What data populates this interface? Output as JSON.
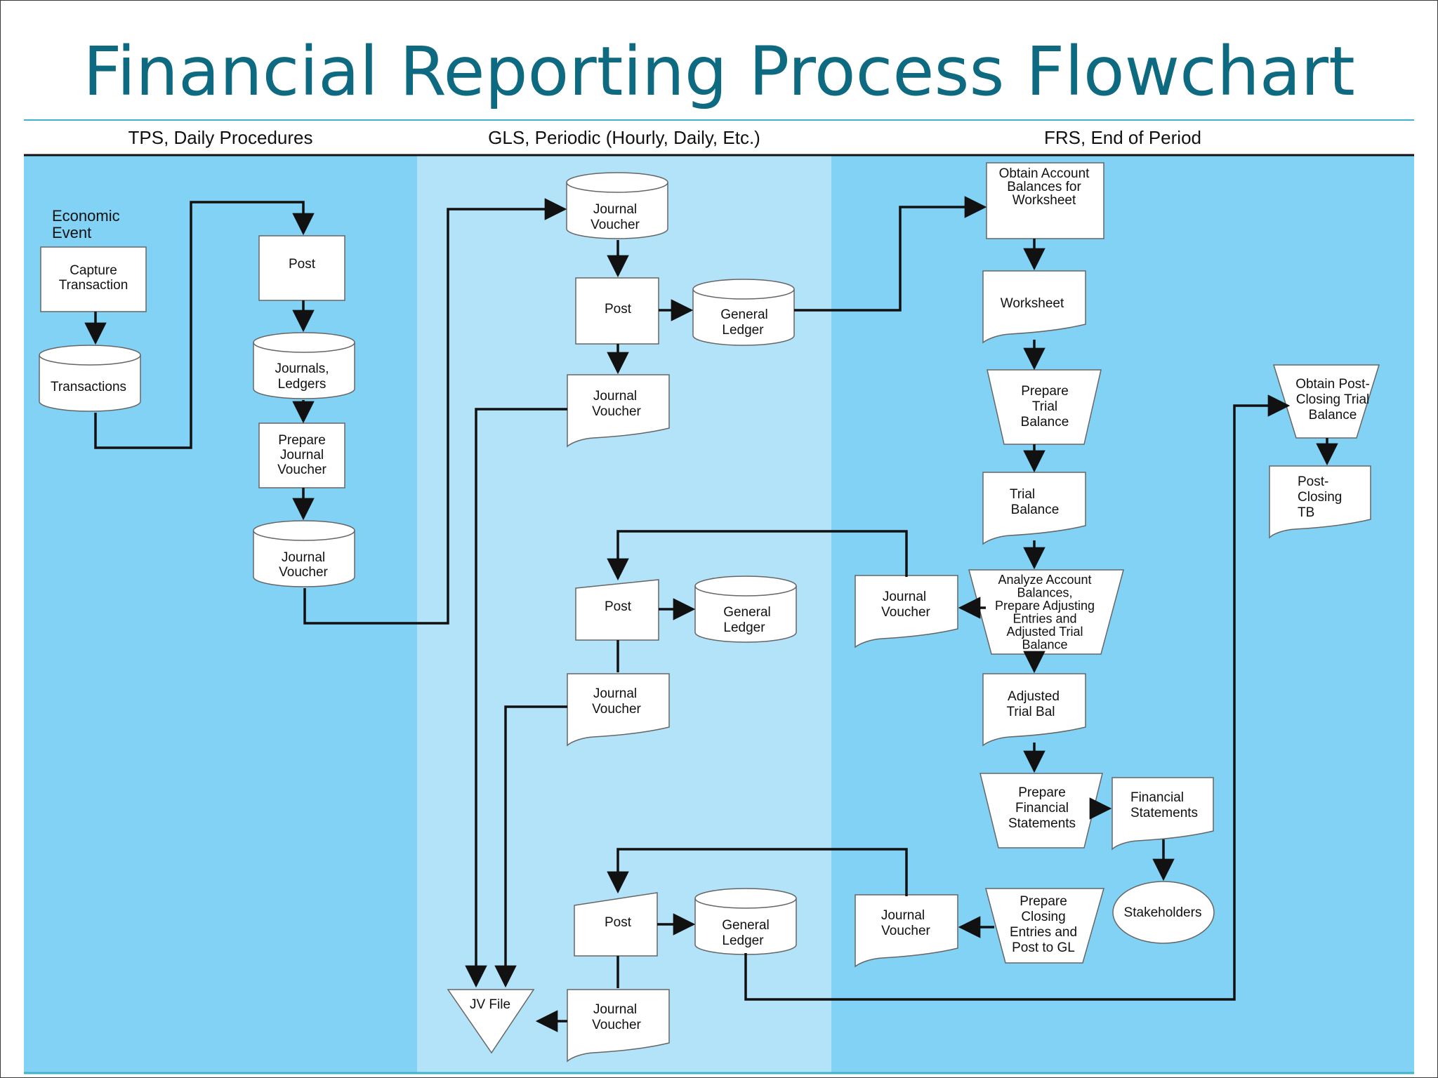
{
  "title": "Financial Reporting Process Flowchart",
  "lanes": [
    {
      "key": "tps",
      "label": "TPS, Daily Procedures"
    },
    {
      "key": "gls",
      "label": "GLS, Periodic (Hourly, Daily, Etc.)"
    },
    {
      "key": "frs",
      "label": "FRS, End of Period"
    }
  ],
  "nodes": {
    "economic_event": [
      "Economic",
      "Event"
    ],
    "capture": [
      "Capture",
      "Transaction"
    ],
    "transactions": [
      "Transactions"
    ],
    "post_tps": [
      "Post"
    ],
    "journals_ledgers": [
      "Journals,",
      "Ledgers"
    ],
    "prepare_jv": [
      "Prepare",
      "Journal",
      "Voucher"
    ],
    "jv_tps": [
      "Journal",
      "Voucher"
    ],
    "jv_db_gls": [
      "Journal",
      "Voucher"
    ],
    "post_gls1": [
      "Post"
    ],
    "gl1": [
      "General",
      "Ledger"
    ],
    "jv_doc_gls1": [
      "Journal",
      "Voucher"
    ],
    "post_gls2": [
      "Post"
    ],
    "gl2": [
      "General",
      "Ledger"
    ],
    "jv_doc_gls2": [
      "Journal",
      "Voucher"
    ],
    "post_gls3": [
      "Post"
    ],
    "gl3": [
      "General",
      "Ledger"
    ],
    "jv_doc_gls3": [
      "Journal",
      "Voucher"
    ],
    "jv_file": [
      "JV File"
    ],
    "obtain_balances": [
      "Obtain Account",
      "Balances for",
      "Worksheet"
    ],
    "worksheet": [
      "Worksheet"
    ],
    "prepare_tb": [
      "Prepare",
      "Trial",
      "Balance"
    ],
    "trial_balance": [
      "Trial",
      "Balance"
    ],
    "analyze": [
      "Analyze Account",
      "Balances,",
      "Prepare Adjusting",
      "Entries and",
      "Adjusted Trial",
      "Balance"
    ],
    "jv_frs1": [
      "Journal",
      "Voucher"
    ],
    "adjusted_tb": [
      "Adjusted",
      "Trial Bal"
    ],
    "prepare_fs": [
      "Prepare",
      "Financial",
      "Statements"
    ],
    "fin_statements": [
      "Financial",
      "Statements"
    ],
    "stakeholders": [
      "Stakeholders"
    ],
    "prepare_closing": [
      "Prepare",
      "Closing",
      "Entries and",
      "Post to GL"
    ],
    "jv_frs2": [
      "Journal",
      "Voucher"
    ],
    "obtain_post_closing": [
      "Obtain Post-",
      "Closing Trial",
      "Balance"
    ],
    "post_closing_tb": [
      "Post-",
      "Closing",
      "TB"
    ]
  },
  "colors": {
    "title": "#0e6a80",
    "lane_dark": "#82d2f5",
    "lane_light": "#b3e3f8",
    "rule": "#3fb3c9"
  }
}
